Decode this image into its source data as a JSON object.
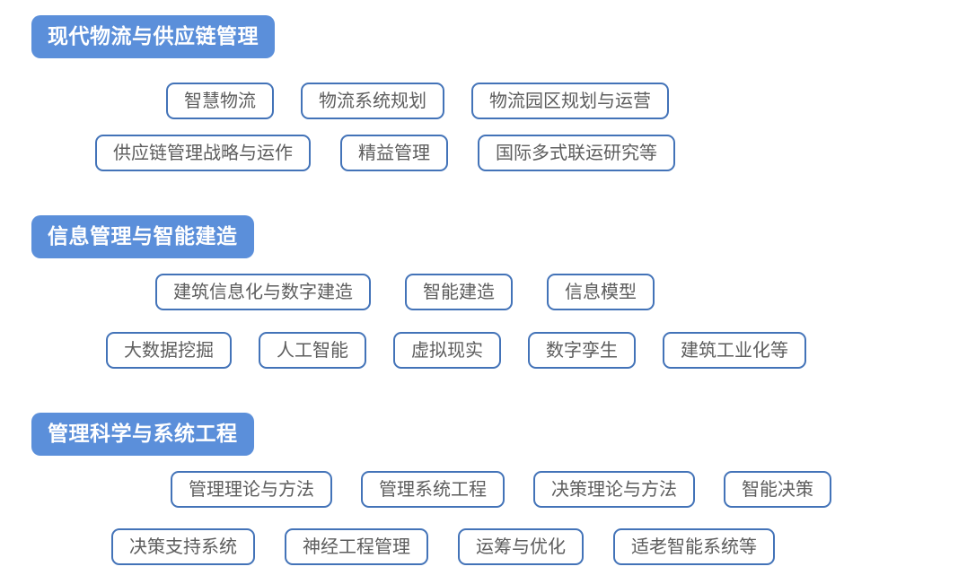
{
  "colors": {
    "header_bg": "#5b8fda",
    "header_text": "#ffffff",
    "tag_border": "#4373b8",
    "tag_text": "#5d5d5d",
    "page_bg": "#ffffff"
  },
  "sections": [
    {
      "title": "现代物流与供应链管理",
      "rows": [
        [
          "智慧物流",
          "物流系统规划",
          "物流园区规划与运营"
        ],
        [
          "供应链管理战略与运作",
          "精益管理",
          "国际多式联运研究等"
        ]
      ]
    },
    {
      "title": "信息管理与智能建造",
      "rows": [
        [
          "建筑信息化与数字建造",
          "智能建造",
          "信息模型"
        ],
        [
          "大数据挖掘",
          "人工智能",
          "虚拟现实",
          "数字孪生",
          "建筑工业化等"
        ]
      ]
    },
    {
      "title": "管理科学与系统工程",
      "rows": [
        [
          "管理理论与方法",
          "管理系统工程",
          "决策理论与方法",
          "智能决策"
        ],
        [
          "决策支持系统",
          "神经工程管理",
          "运筹与优化",
          "适老智能系统等"
        ]
      ]
    }
  ]
}
